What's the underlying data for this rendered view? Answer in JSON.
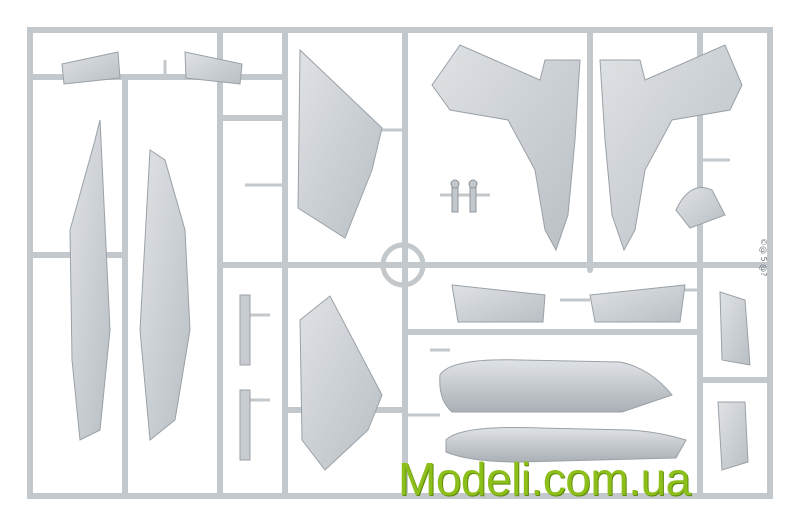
{
  "image": {
    "subject": "plastic model kit sprue frame with grey aircraft parts",
    "colors": {
      "background": "#ffffff",
      "sprue": "#c9cdd1",
      "part": "#d3d7db",
      "part_shade": "#aeb4ba",
      "watermark": "#8dbf1a"
    }
  },
  "watermark": {
    "text": "Modeli.com.ua"
  },
  "sprue_code": {
    "text": "©@ 5 @?"
  }
}
